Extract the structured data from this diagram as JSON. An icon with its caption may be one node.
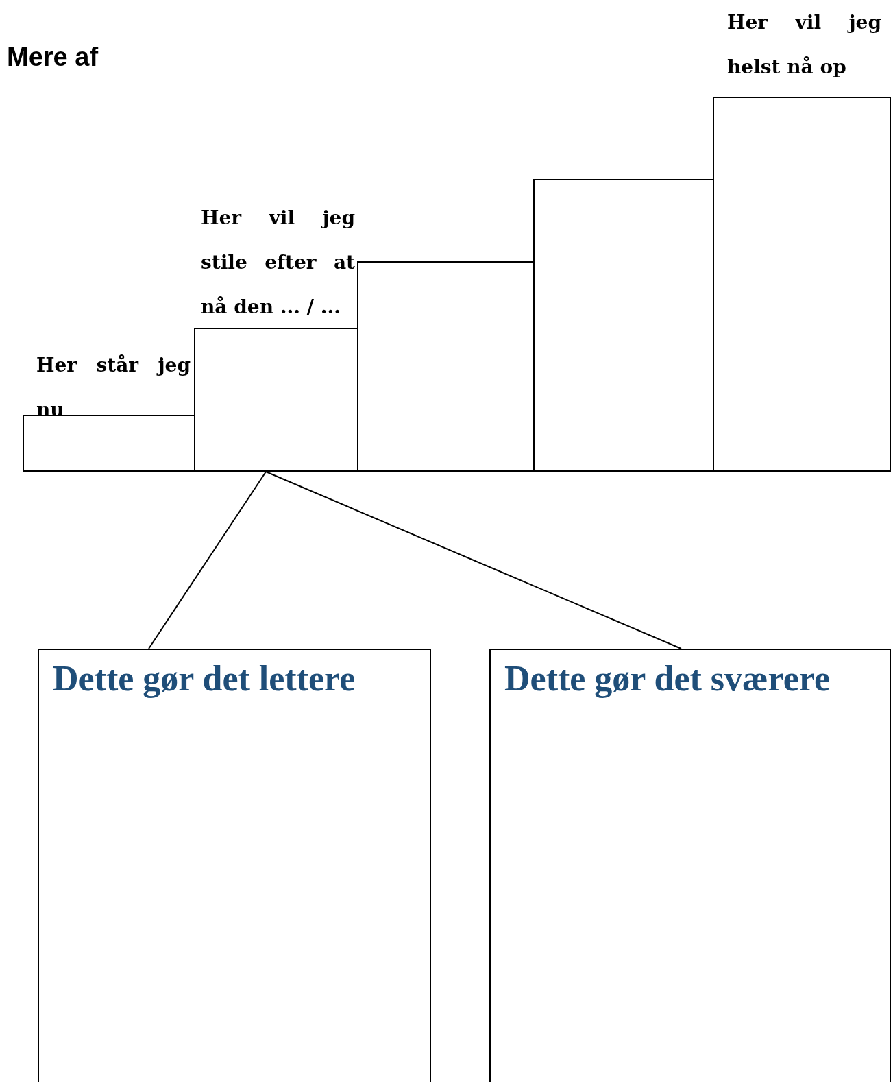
{
  "diagram": {
    "nodes": [
      {
        "text": [],
        "beside": [
          "Her står jeg nu"
        ],
        "shape": "box"
      },
      {
        "text": [],
        "beside": [
          "Her vil jeg stile efter at nå den ... / ..."
        ],
        "shape": "box"
      },
      {
        "text": [],
        "shape": "box"
      },
      {
        "text": [],
        "shape": "box"
      },
      {
        "text": [],
        "beside": [
          "Her vil jeg helst nå op"
        ],
        "shape": "box"
      },
      {
        "text": [
          "Dette gør det lettere"
        ]
      },
      {
        "text": [
          "Dette gør det sværere"
        ]
      }
    ],
    "edges": [
      {
        "from": 1,
        "to": 5,
        "arrow": "none"
      },
      {
        "from": 1,
        "to": 6,
        "arrow": "none"
      }
    ],
    "labels": [
      "Mere af"
    ]
  }
}
